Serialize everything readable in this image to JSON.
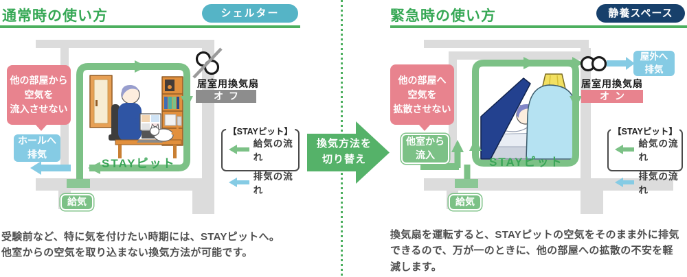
{
  "colors": {
    "title_green": "#36a855",
    "underline_green": "#4caf5e",
    "flow_green": "#7cc186",
    "center_arrow_green": "#55b269",
    "flow_blue": "#85cbe4",
    "callout_pink": "#e8838e",
    "wall_gray": "#dcdcdc",
    "shelter_badge_teal": "#55b4c6",
    "rest_badge_navy": "#17406b",
    "fan_off_gray": "#8d8d8d",
    "fan_on_pink": "#e8838e",
    "body_text_gray": "#4f4f4f"
  },
  "left": {
    "title": "通常時の使い方",
    "badge": "シェルター",
    "bubble": "他の部屋から\n空気を\n流入させない",
    "exhaust_box": "ホールへ\n排気",
    "supply_label": "給気",
    "room_label": "STAYピット",
    "fan_label": "居室用換気扇",
    "fan_state": "オフ",
    "description": "受験前など、特に気を付けたい時期には、STAYピットへ。\n他室からの空気を取り込まない換気方法が可能です。"
  },
  "right": {
    "title": "緊急時の使い方",
    "badge": "静養スペース",
    "bubble": "他の部屋へ\n空気を\n拡散させない",
    "inflow_box": "他室から\n流入",
    "outdoor_box": "屋外へ\n排気",
    "supply_label": "給気",
    "room_label": "STAYピット",
    "fan_label": "居室用換気扇",
    "fan_state": "オン",
    "description": "換気扇を運転すると、STAYピットの空気をそのまま外に排気\nできるので、万が一のときに、他の部屋への拡散の不安を軽\n減します。"
  },
  "center_arrow": {
    "label": "換気方法を\n切り替え"
  },
  "legend": {
    "title": "【STAYピット】",
    "items": [
      {
        "label": "給気の流れ",
        "color": "#7cc186",
        "icon": "supply-flow-arrow-icon"
      },
      {
        "label": "排気の流れ",
        "color": "#85cbe4",
        "icon": "exhaust-flow-arrow-icon"
      }
    ]
  }
}
